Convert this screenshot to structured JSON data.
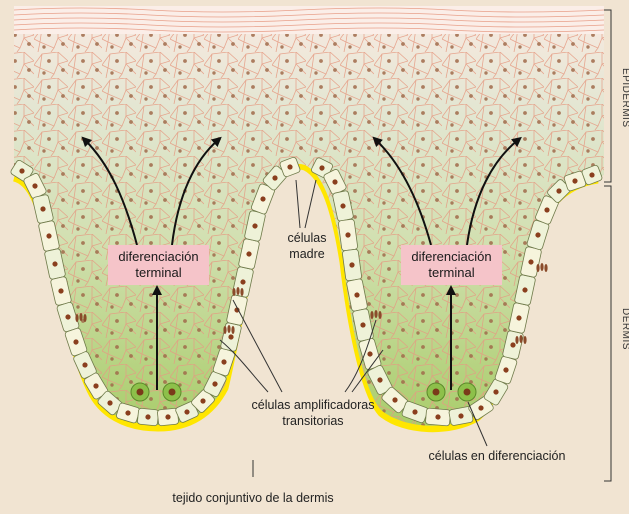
{
  "labels": {
    "diff_left_1": "diferenciación",
    "diff_left_2": "terminal",
    "diff_right_1": "diferenciación",
    "diff_right_2": "terminal",
    "stem_1": "células",
    "stem_2": "madre",
    "transit_1": "células amplificadoras",
    "transit_2": "transitorias",
    "differentiating": "células en diferenciación",
    "connective": "tejido conjuntivo de la dermis",
    "epidermis": "EPIDERMIS",
    "dermis": "DERMIS"
  },
  "colors": {
    "dermis": "#f0e3d0",
    "epidermis_top": "#f7e6dc",
    "epidermis_bottom": "#bfd88a",
    "basement": "#ffe600",
    "cell_line": "#e89a7e",
    "nucleus": "#a06a4a",
    "label_box": "#f5c4c9",
    "stem_cell_fill": "#fbf9e6"
  }
}
